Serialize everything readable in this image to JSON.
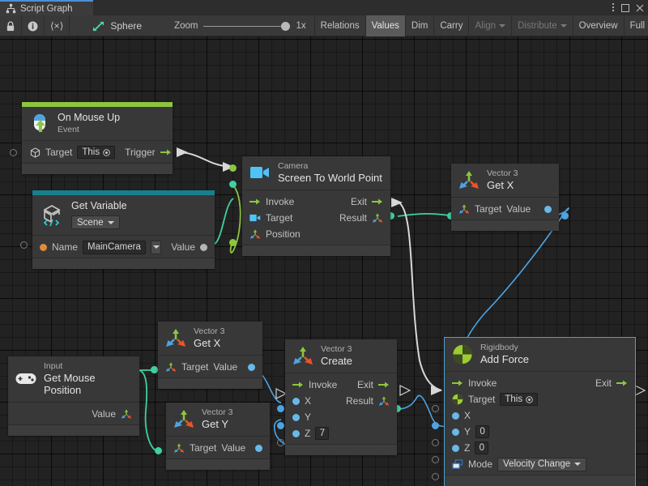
{
  "window": {
    "tab_title": "Script Graph",
    "tab_icon": "graph-icon",
    "kebab_icon": "kebab-menu-icon",
    "minimize_icon": "minimize-icon",
    "maximize_icon": "maximize-icon",
    "close_icon": "close-icon"
  },
  "toolbar": {
    "lock_icon": "lock-icon",
    "info_icon": "info-icon",
    "code_label": "⟨×⟩",
    "target_icon": "sphere-icon",
    "target_label": "Sphere",
    "zoom_label": "Zoom",
    "zoom_value": "1x",
    "buttons": [
      {
        "label": "Relations",
        "active": false,
        "dim": false,
        "caret": false
      },
      {
        "label": "Values",
        "active": true,
        "dim": false,
        "caret": false
      },
      {
        "label": "Dim",
        "active": false,
        "dim": false,
        "caret": false
      },
      {
        "label": "Carry",
        "active": false,
        "dim": false,
        "caret": false
      },
      {
        "label": "Align",
        "active": false,
        "dim": true,
        "caret": true
      },
      {
        "label": "Distribute",
        "active": false,
        "dim": true,
        "caret": true
      },
      {
        "label": "Overview",
        "active": false,
        "dim": false,
        "caret": false
      },
      {
        "label": "Full Screen",
        "active": false,
        "dim": false,
        "caret": false
      }
    ]
  },
  "graph": {
    "nodes": {
      "on_mouse_up": {
        "subtitle": "On Mouse Up",
        "title": "Event",
        "icon": "mouse-up-icon",
        "accent": "#8dc63f",
        "target_label": "Target",
        "target_value": "This",
        "trigger_label": "Trigger"
      },
      "get_variable": {
        "subtitle": "Get Variable",
        "title": "",
        "icon": "unity-variable-icon",
        "accent": "#17808c",
        "scope": "Scene",
        "name_label": "Name",
        "name_value": "MainCamera",
        "value_label": "Value"
      },
      "camera_screen_to_world": {
        "subtitle": "Camera",
        "title": "Screen To World Point",
        "icon": "camera-icon",
        "invoke_label": "Invoke",
        "exit_label": "Exit",
        "target_label": "Target",
        "result_label": "Result",
        "position_label": "Position"
      },
      "vector3_getx_top": {
        "subtitle": "Vector 3",
        "title": "Get X",
        "icon": "vector3-icon",
        "target_label": "Target",
        "value_label": "Value"
      },
      "input_mouse_position": {
        "subtitle": "Input",
        "title": "Get Mouse Position",
        "icon": "gamepad-icon",
        "value_label": "Value"
      },
      "vector3_getx_mid": {
        "subtitle": "Vector 3",
        "title": "Get X",
        "icon": "vector3-icon",
        "target_label": "Target",
        "value_label": "Value"
      },
      "vector3_gety": {
        "subtitle": "Vector 3",
        "title": "Get Y",
        "icon": "vector3-icon",
        "target_label": "Target",
        "value_label": "Value"
      },
      "vector3_create": {
        "subtitle": "Vector 3",
        "title": "Create",
        "icon": "vector3-icon",
        "invoke_label": "Invoke",
        "exit_label": "Exit",
        "x_label": "X",
        "y_label": "Y",
        "z_label": "Z",
        "z_value": "7",
        "result_label": "Result"
      },
      "rigidbody_add_force": {
        "subtitle": "Rigidbody",
        "title": "Add Force",
        "icon": "rigidbody-icon",
        "accent": "#9acd32",
        "selected": true,
        "invoke_label": "Invoke",
        "exit_label": "Exit",
        "target_label": "Target",
        "target_value": "This",
        "x_label": "X",
        "y_label": "Y",
        "y_value": "0",
        "z_label": "Z",
        "z_value": "0",
        "mode_label": "Mode",
        "mode_value": "Velocity Change"
      }
    },
    "colors": {
      "flow_edge": "#d8d8d8",
      "value_edge_green": "#3fd0a0",
      "value_edge_lime": "#8dc63f",
      "value_edge_blue": "#4fa3e3",
      "node_bg": "#383838",
      "canvas_bg": "#222222",
      "selection": "#4f9fd0"
    }
  }
}
